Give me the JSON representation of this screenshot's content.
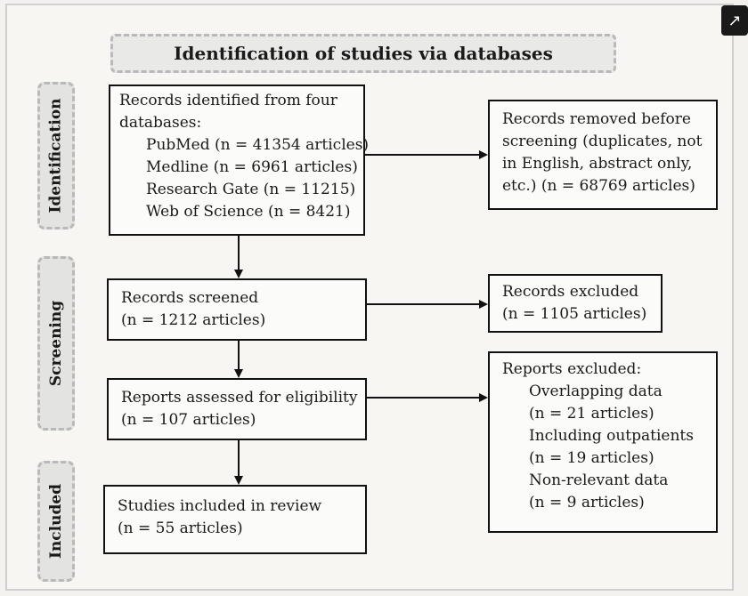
{
  "title": "Identification of studies via databases",
  "phases": {
    "identification": "Identification",
    "screening": "Screening",
    "included": "Included"
  },
  "boxes": {
    "records_identified": {
      "lines": [
        "Records identified from four",
        "databases:",
        "PubMed (n = 41354 articles)",
        "Medline (n = 6961 articles)",
        "Research Gate (n = 11215)",
        "Web of Science (n = 8421)"
      ]
    },
    "records_removed": {
      "lines": [
        "Records removed before",
        "screening (duplicates, not",
        "in English, abstract only,",
        "etc.) (n = 68769 articles)"
      ]
    },
    "records_screened": {
      "lines": [
        "Records screened",
        "(n = 1212 articles)"
      ]
    },
    "records_excluded": {
      "lines": [
        "Records excluded",
        "(n = 1105 articles)"
      ]
    },
    "reports_assessed": {
      "lines": [
        "Reports assessed for eligibility",
        "(n = 107 articles)"
      ]
    },
    "reports_excluded": {
      "lines": [
        "Reports excluded:",
        "Overlapping data",
        "(n = 21 articles)",
        "Including outpatients",
        "(n = 19 articles)",
        "Non-relevant data",
        "(n = 9 articles)"
      ]
    },
    "studies_included": {
      "lines": [
        "Studies included in review",
        "(n = 55 articles)"
      ]
    }
  },
  "icons": {
    "corner": "external-link-icon"
  }
}
